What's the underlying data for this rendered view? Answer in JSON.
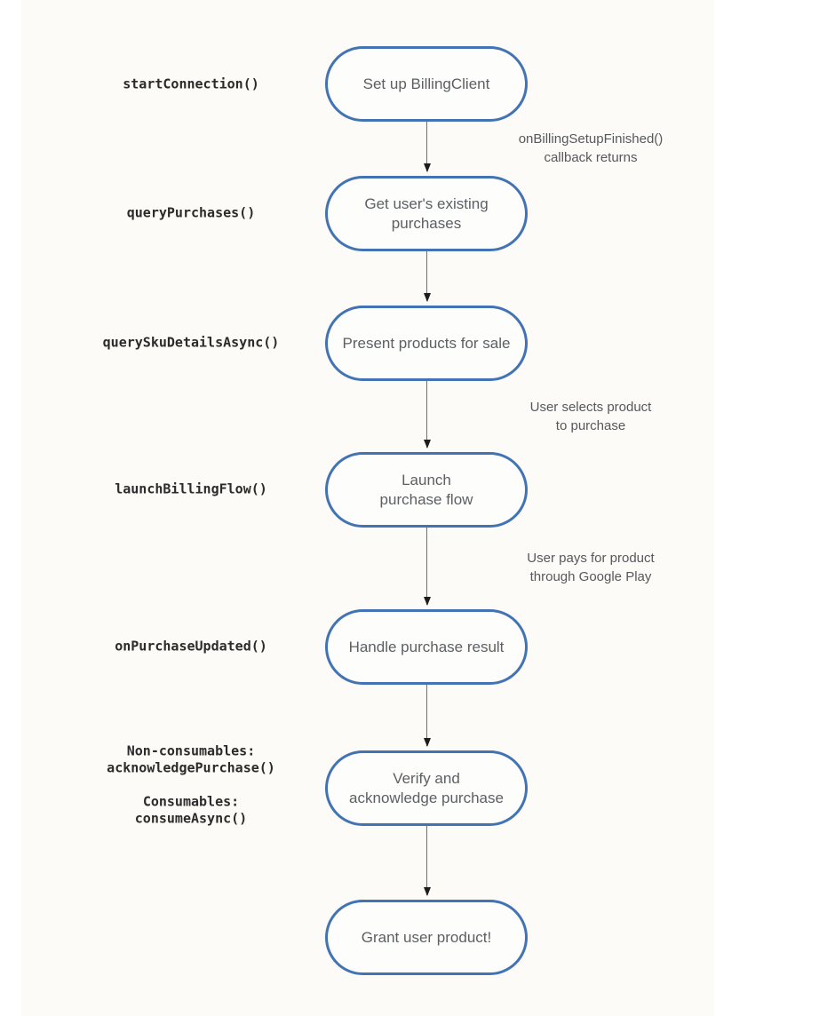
{
  "diagram": {
    "colors": {
      "node_border": "#4273b4",
      "node_fill": "#fdfdfc",
      "node_text": "#5c5f63",
      "api_label_text": "#2b2b2b",
      "annotation_text": "#56585c",
      "arrow": "#707070"
    },
    "steps": [
      {
        "api_label": "startConnection()",
        "node_label": "Set up BillingClient"
      },
      {
        "api_label": "queryPurchases()",
        "node_label": "Get user's existing\npurchases"
      },
      {
        "api_label": "querySkuDetailsAsync()",
        "node_label": "Present products for sale"
      },
      {
        "api_label": "launchBillingFlow()",
        "node_label": "Launch\npurchase flow"
      },
      {
        "api_label": "onPurchaseUpdated()",
        "node_label": "Handle purchase result"
      },
      {
        "api_label": "Non-consumables:\nacknowledgePurchase()\n\nConsumables:\nconsumeAsync()",
        "node_label": "Verify and\nacknowledge purchase"
      },
      {
        "api_label": "",
        "node_label": "Grant user product!"
      }
    ],
    "edges": [
      {
        "annotation": "onBillingSetupFinished()\ncallback  returns"
      },
      {
        "annotation": ""
      },
      {
        "annotation": "User selects product\nto purchase"
      },
      {
        "annotation": "User pays for product\nthrough Google Play"
      },
      {
        "annotation": ""
      },
      {
        "annotation": ""
      }
    ]
  }
}
